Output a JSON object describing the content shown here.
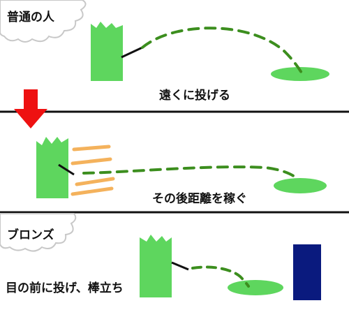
{
  "panels": {
    "normal": {
      "header": "普通の人",
      "caption": "遠くに投げる"
    },
    "distance": {
      "caption": "その後距離を稼ぐ"
    },
    "bronze": {
      "header": "ブロンズ",
      "caption": "目の前に投げ、棒立ち"
    }
  },
  "colors": {
    "player_green": "#5ED65E",
    "trajectory_green": "#3C8E1E",
    "landing_green": "#5ED65E",
    "arrow_red": "#EE1111",
    "dash_lines_orange": "#F4B25C",
    "block_navy": "#0A1A7E",
    "divider": "#111111",
    "cloud_gray": "#C8C8C8"
  },
  "icons": [
    "cloud-shape",
    "down-arrow-icon",
    "player-figure",
    "speed-lines",
    "landing-spot",
    "blocker-rectangle"
  ]
}
